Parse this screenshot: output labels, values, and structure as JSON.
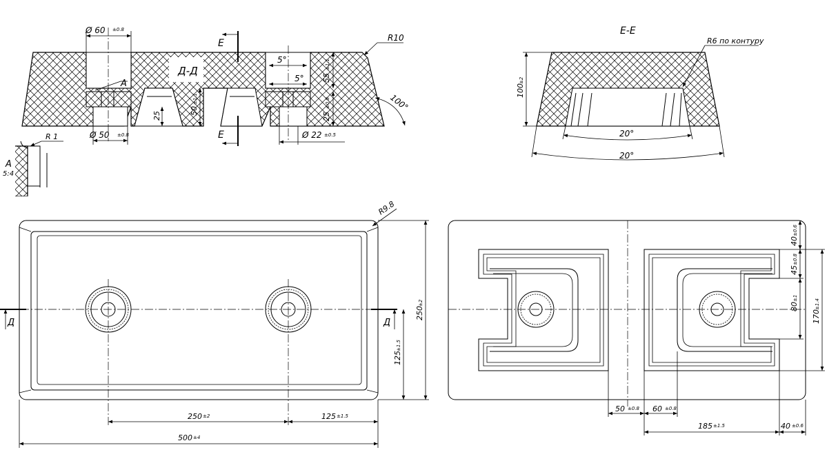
{
  "section_dd": {
    "label": "Д-Д",
    "dim_hole_top": "Ø 60",
    "dim_hole_top_tol": "±0.8",
    "dim_hole_bottom": "Ø 50",
    "dim_hole_bottom_tol": "±0.8",
    "dim_small_hole": "Ø 22",
    "dim_small_hole_tol": "±0.5",
    "dim_depth_55": "55",
    "dim_depth_55_tol": "±1.1",
    "dim_depth_25r": "25",
    "dim_depth_25r_tol": "±0.8",
    "dim_pocket_25": "25",
    "dim_height_50": "50",
    "dim_height_50_tol": "±1.1",
    "angle_top": "5°",
    "angle_bottom": "5°",
    "angle_side": "100°",
    "radius_top": "R10",
    "detail_callout": "A",
    "cut_mark": "E"
  },
  "detail_a": {
    "letter": "A",
    "scale": "5:4",
    "radius": "R 1"
  },
  "section_ee": {
    "label": "E-E",
    "dim_height": "100",
    "dim_height_tol": "±2",
    "radius_note": "R6 по контуру",
    "angle_inner": "20°",
    "angle_outer": "20°"
  },
  "plan_top": {
    "radius": "R9.8",
    "dim_height": "250",
    "dim_height_tol": "±2",
    "dim_half_height": "125",
    "dim_half_height_tol": "±1.5",
    "dim_centers": "250",
    "dim_centers_tol": "±2",
    "dim_edge": "125",
    "dim_edge_tol": "±1.5",
    "dim_length": "500",
    "dim_length_tol": "±4",
    "cut_mark": "Д"
  },
  "plan_bottom": {
    "dim_40_top": "40",
    "dim_40_top_tol": "±0.6",
    "dim_45": "45",
    "dim_45_tol": "±0.8",
    "dim_80": "80",
    "dim_80_tol": "±1",
    "dim_170": "170",
    "dim_170_tol": "±1.4",
    "dim_50": "50",
    "dim_50_tol": "±0.8",
    "dim_60": "60",
    "dim_60_tol": "±0.8",
    "dim_185": "185",
    "dim_185_tol": "±1.5",
    "dim_40_right": "40",
    "dim_40_right_tol": "±0.6"
  }
}
